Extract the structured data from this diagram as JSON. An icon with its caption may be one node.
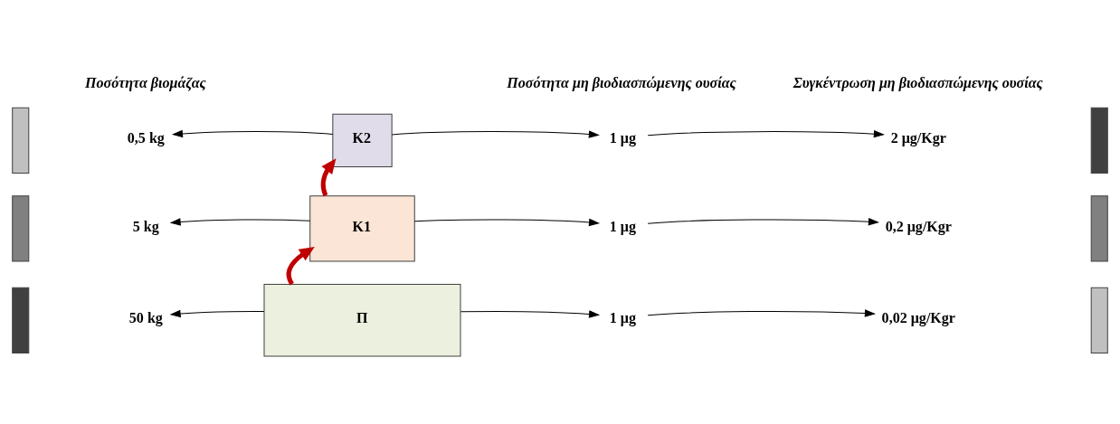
{
  "diagram": {
    "nodes": [
      {
        "text": [],
        "shape": "bar"
      },
      {
        "text": [
          "0,5 kg"
        ]
      },
      {
        "text": [
          "K2"
        ]
      },
      {
        "text": [
          "1 μg"
        ]
      },
      {
        "text": [
          "2 μg/Kgr"
        ]
      },
      {
        "text": [],
        "shape": "bar"
      },
      {
        "text": [],
        "shape": "bar"
      },
      {
        "text": [
          "5 kg"
        ]
      },
      {
        "text": [
          "K1"
        ]
      },
      {
        "text": [
          "1 μg"
        ]
      },
      {
        "text": [
          "0,2 μg/Kgr"
        ]
      },
      {
        "text": [],
        "shape": "bar"
      },
      {
        "text": [],
        "shape": "bar"
      },
      {
        "text": [
          "50 kg"
        ]
      },
      {
        "text": [
          "Π"
        ]
      },
      {
        "text": [
          "1 μg"
        ]
      },
      {
        "text": [
          "0,02 μg/Kgr"
        ]
      },
      {
        "text": [],
        "shape": "bar"
      }
    ],
    "edges": [
      {
        "from": 2,
        "to": 1,
        "arrow": "to"
      },
      {
        "from": 2,
        "to": 3,
        "arrow": "to"
      },
      {
        "from": 3,
        "to": 4,
        "arrow": "to"
      },
      {
        "from": 8,
        "to": 7,
        "arrow": "to"
      },
      {
        "from": 8,
        "to": 9,
        "arrow": "to"
      },
      {
        "from": 9,
        "to": 10,
        "arrow": "to"
      },
      {
        "from": 14,
        "to": 13,
        "arrow": "to"
      },
      {
        "from": 14,
        "to": 15,
        "arrow": "to"
      },
      {
        "from": 15,
        "to": 16,
        "arrow": "to"
      },
      {
        "from": 14,
        "to": 8,
        "arrow": "to",
        "style": "thick",
        "color": "#c00000"
      },
      {
        "from": 8,
        "to": 2,
        "arrow": "to",
        "style": "thick",
        "color": "#c00000"
      }
    ],
    "labels": [
      "Ποσότητα βιομάζας",
      "Ποσότητα μη βιοδιασπώμενης ουσίας",
      "Συγκέντρωση μη βιοδιασπώμενης ουσίας"
    ]
  }
}
